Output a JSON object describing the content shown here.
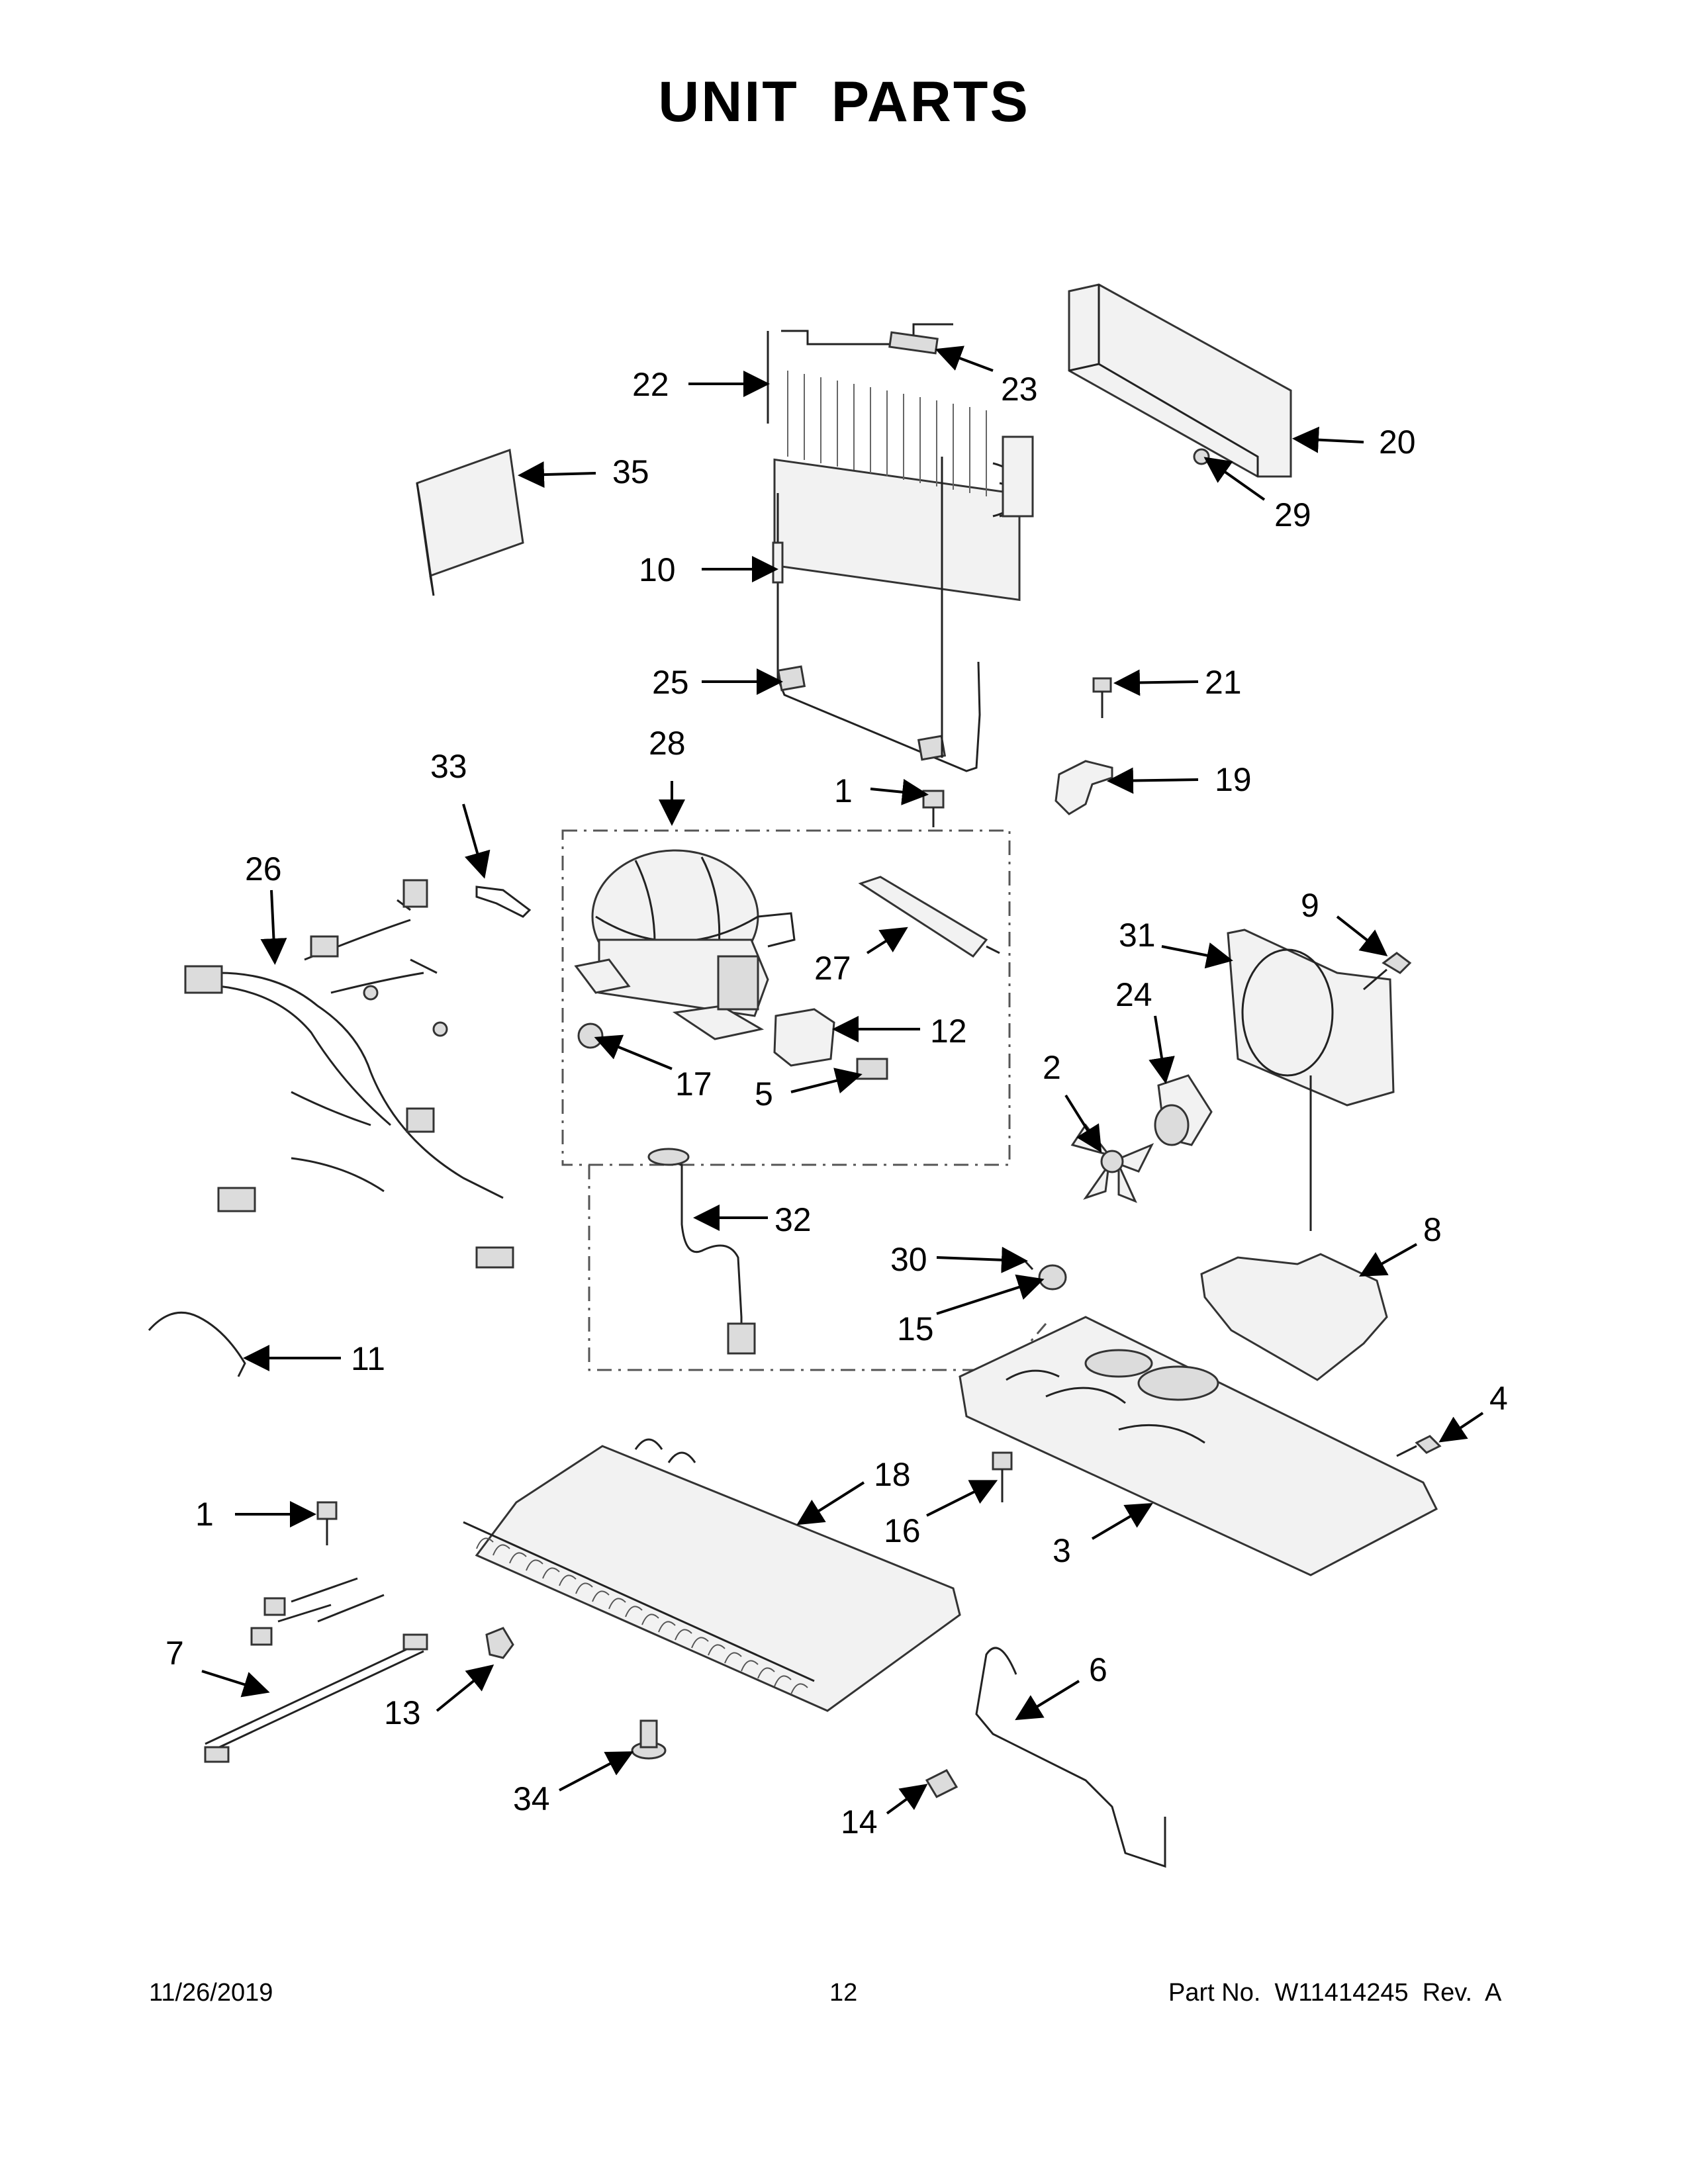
{
  "title": "UNIT PARTS",
  "callouts": [
    "1",
    "1",
    "2",
    "3",
    "4",
    "5",
    "6",
    "7",
    "8",
    "9",
    "10",
    "11",
    "12",
    "13",
    "14",
    "15",
    "16",
    "17",
    "18",
    "19",
    "20",
    "21",
    "22",
    "23",
    "24",
    "25",
    "26",
    "27",
    "28",
    "29",
    "30",
    "31",
    "32",
    "33",
    "34",
    "35"
  ],
  "footer": {
    "date": "11/26/2019",
    "page": "12",
    "part_no": "Part No.  W11414245  Rev.  A"
  }
}
